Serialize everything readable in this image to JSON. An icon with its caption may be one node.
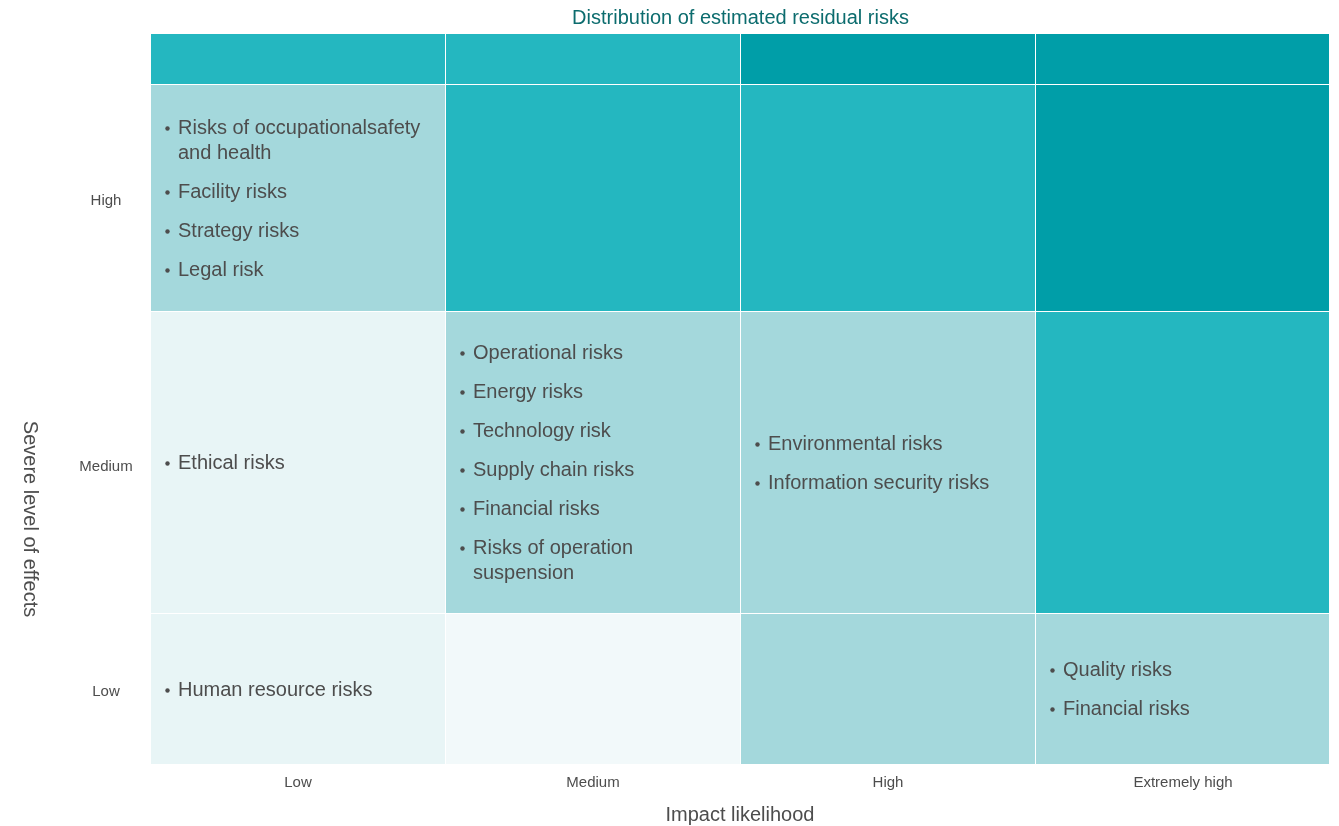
{
  "diagram": {
    "title": "Distribution of estimated residual risks",
    "nodes": [
      {
        "text": [],
        "shape": "box"
      },
      {
        "text": [],
        "shape": "box"
      },
      {
        "text": [],
        "shape": "box"
      },
      {
        "text": [],
        "shape": "box"
      },
      {
        "text": [
          "Risks of occupationalsafety and health",
          "Facility risks",
          "Strategy risks",
          "Legal risk"
        ]
      },
      {
        "text": [],
        "shape": "box"
      },
      {
        "text": [],
        "shape": "box"
      },
      {
        "text": [],
        "shape": "box"
      },
      {
        "text": [
          "Ethical risks"
        ]
      },
      {
        "text": [
          "Operational risks",
          "Energy risks",
          "Technology risk",
          "Supply chain risks",
          "Financial risks",
          "Risks of operation suspension"
        ]
      },
      {
        "text": [
          "Environmental risks",
          "Information security risks"
        ]
      },
      {
        "text": [],
        "shape": "box"
      },
      {
        "text": [
          "Human resource risks"
        ]
      },
      {
        "text": [],
        "shape": "box"
      },
      {
        "text": [],
        "shape": "box"
      },
      {
        "text": [
          "Quality risks",
          "Financial risks"
        ]
      }
    ],
    "labels": [
      "Severe level of effects",
      "High",
      "Medium",
      "Low",
      "Low",
      "Medium",
      "High",
      "Extremely high",
      "Impact likelihood"
    ]
  }
}
